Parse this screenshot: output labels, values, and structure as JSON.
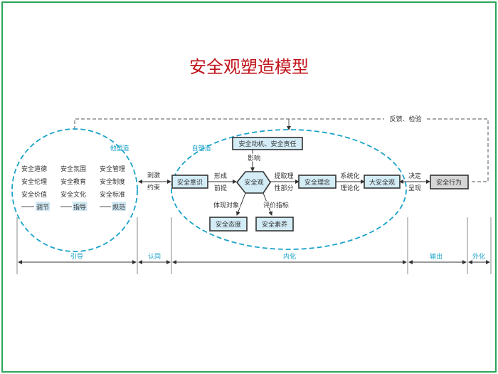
{
  "title": "安全观塑造模型",
  "feedback_label": "反馈、检验",
  "left_circle": {
    "label": "他塑造",
    "columns": [
      {
        "items": [
          "安全道德",
          "安全伦理",
          "安全价值"
        ],
        "tag": "调节"
      },
      {
        "items": [
          "安全氛围",
          "安全教育",
          "安全文化"
        ],
        "tag": "指导"
      },
      {
        "items": [
          "安全管理",
          "安全制度",
          "安全标准"
        ],
        "tag": "规范"
      }
    ]
  },
  "link_left": [
    "刺激",
    "约束"
  ],
  "right_ellipse": {
    "label": "自塑造",
    "awareness": "安全意识",
    "motive": "安全动机、安全责任",
    "influence": "影响",
    "form": [
      "形成",
      "前提"
    ],
    "core": "安全观",
    "extract": [
      "提取理",
      "性部分"
    ],
    "concept": "安全理念",
    "systematize": [
      "系统化",
      "理论化"
    ],
    "big_view": "大安全观",
    "embody": "体现对象",
    "evaluate": "评价指标",
    "attitude": "安全态度",
    "literacy": "安全素养"
  },
  "decide": [
    "决定",
    "呈现"
  ],
  "behavior": "安全行为",
  "stages": [
    "引导",
    "认同",
    "内化",
    "输出",
    "外化"
  ],
  "colors": {
    "title": "#c0141c",
    "accent": "#1aa3c9",
    "frame": "#2ea55a"
  }
}
